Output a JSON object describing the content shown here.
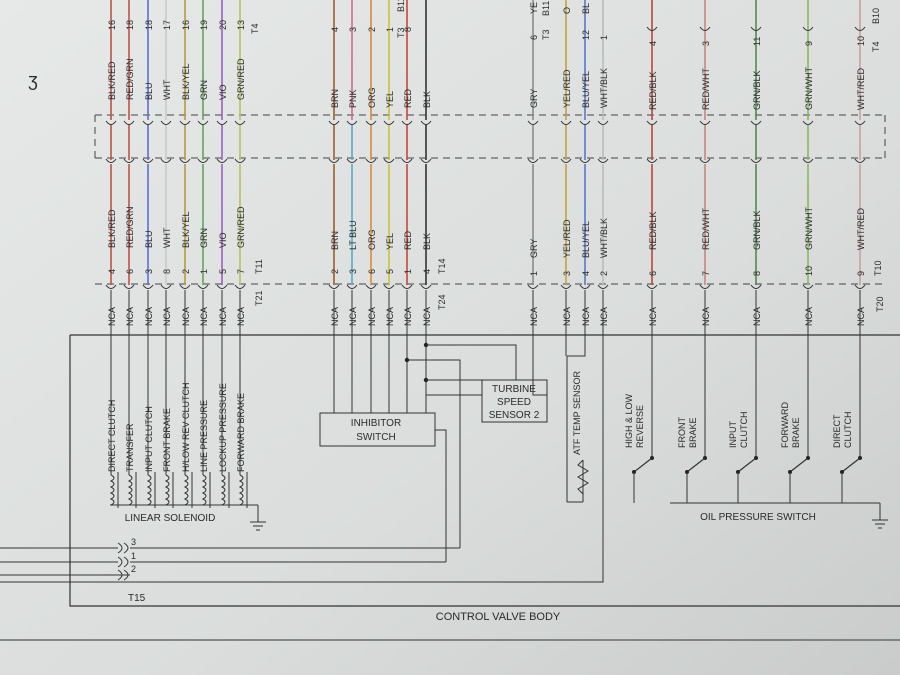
{
  "diagram": {
    "title": "CONTROL VALVE BODY",
    "corner_mark": "ʒ",
    "connectors": {
      "t4": "T4",
      "t3": "T3",
      "t11": "T11",
      "t14": "T14",
      "t10": "T10",
      "t21": "T21",
      "t24": "T24",
      "t20": "T20",
      "t15": "T15",
      "b11": "B11",
      "b10": "B10"
    },
    "nca": "NCA",
    "group1": {
      "top_pins": [
        "16",
        "18",
        "18",
        "17",
        "16",
        "19",
        "20",
        "13"
      ],
      "wires": [
        "BLK/RED",
        "RED/GRN",
        "BLU",
        "WHT",
        "BLK/YEL",
        "GRN",
        "VIO",
        "GRN/RED"
      ],
      "bottom_pins": [
        "4",
        "6",
        "3",
        "8",
        "2",
        "1",
        "5",
        "7"
      ],
      "colors": [
        "#b8564a",
        "#c0524a",
        "#5b6fd6",
        "#c9c9c9",
        "#b89a3e",
        "#5fa85a",
        "#9a5fc2",
        "#b9c25a"
      ]
    },
    "group2": {
      "top_pins": [
        "4",
        "3",
        "2",
        "1",
        "8",
        ""
      ],
      "wires_top": [
        "BRN",
        "PNK",
        "ORG",
        "YEL",
        "RED",
        "BLK"
      ],
      "wires_bottom": [
        "BRN",
        "LT BLU",
        "ORG",
        "YEL",
        "RED",
        "BLK"
      ],
      "bottom_pins": [
        "2",
        "3",
        "6",
        "5",
        "1",
        "4"
      ],
      "colors_top": [
        "#a15a2e",
        "#d46a8e",
        "#d98a3a",
        "#c9c23a",
        "#c4473a",
        "#333333"
      ],
      "colors_bottom": [
        "#a15a2e",
        "#58a8c9",
        "#d98a3a",
        "#c9c23a",
        "#c4473a",
        "#333333"
      ]
    },
    "group3": {
      "top_pins": [
        "6",
        "",
        "12",
        "1"
      ],
      "top_labels": [
        "YE",
        "O",
        "BL",
        ""
      ],
      "wires": [
        "GRY",
        "YEL/RED",
        "BLU/YEL",
        "WHT/BLK"
      ],
      "bottom_pins": [
        "1",
        "3",
        "4",
        "2"
      ],
      "colors": [
        "#8a8a8a",
        "#c8a040",
        "#5a78c8",
        "#bbbbbb"
      ]
    },
    "group4": {
      "top_pins": [
        "4",
        "3",
        "11",
        "9",
        "10"
      ],
      "wires": [
        "RED/BLK",
        "RED/WHT",
        "GRN/BLK",
        "GRN/WHT",
        "WHT/RED"
      ],
      "bottom_pins": [
        "6",
        "7",
        "8",
        "10",
        "9"
      ],
      "colors": [
        "#b8473a",
        "#c9857a",
        "#4f8a4f",
        "#8ab860",
        "#c9a0a0"
      ]
    },
    "solenoids": [
      "DIRECT CLUTCH",
      "TRANSFER",
      "INPUT CLUTCH",
      "FRONT BRAKE",
      "H/LOW REV CLUTCH",
      "LINE PRESSURE",
      "LOCKUP PRESSURE",
      "FORWARD BRAKE"
    ],
    "linear_solenoid": "LINEAR SOLENOID",
    "inhibitor_switch": [
      "INHIBITOR",
      "SWITCH"
    ],
    "turbine_sensor": [
      "TURBINE",
      "SPEED",
      "SENSOR 2"
    ],
    "atf_sensor": "ATF TEMP SENSOR",
    "oil_switches": [
      [
        "HIGH & LOW",
        "REVERSE"
      ],
      [
        "FRONT",
        "BRAKE"
      ],
      [
        "INPUT",
        "CLUTCH"
      ],
      [
        "FORWARD",
        "BRAKE"
      ],
      [
        "DIRECT",
        "CLUTCH"
      ]
    ],
    "oil_pressure_switch": "OIL PRESSURE SWITCH",
    "t15_pins": [
      "3",
      "1",
      "2"
    ]
  }
}
